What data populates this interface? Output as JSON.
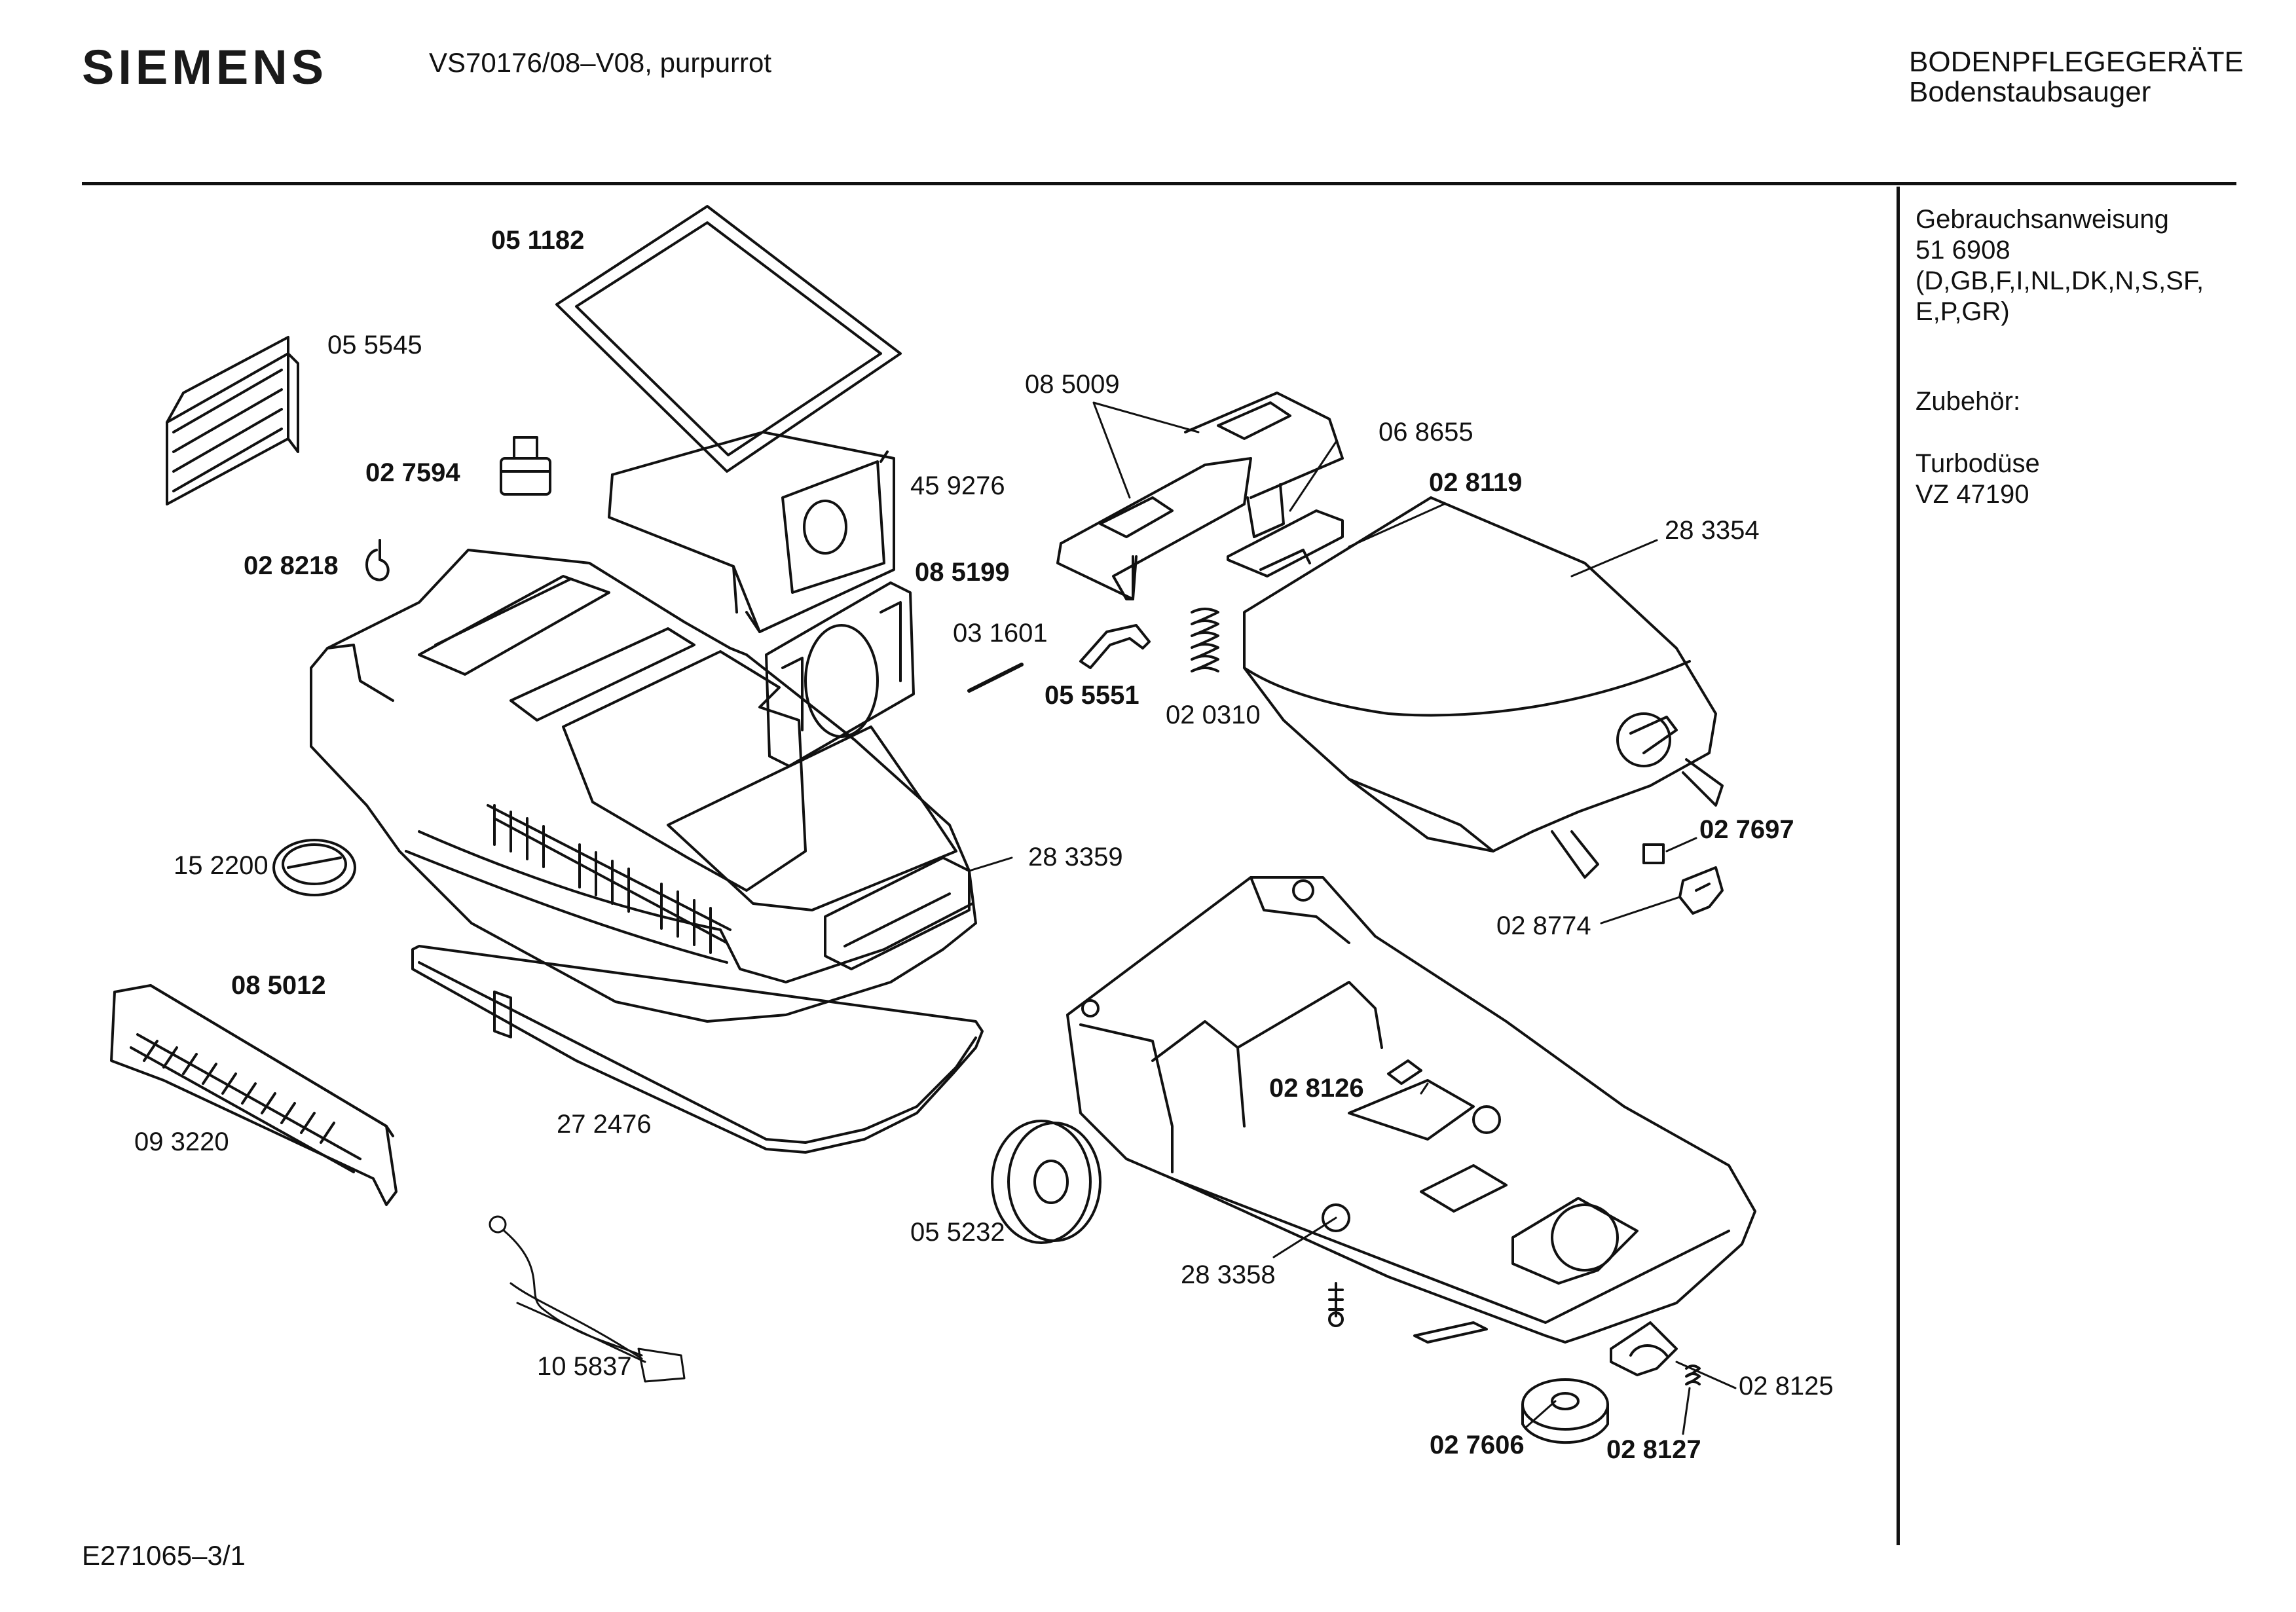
{
  "header": {
    "brand": "SIEMENS",
    "model": "VS70176/08–V08, purpurrot",
    "category": "BODENPFLEGEGERÄTE",
    "subcategory": "Bodenstaubsauger"
  },
  "sidebar": {
    "manual_label": "Gebrauchsanweisung",
    "manual_number": "51 6908",
    "manual_langs_1": "(D,GB,F,I,NL,DK,N,S,SF,",
    "manual_langs_2": "E,P,GR)",
    "accessories_label": "Zubehör:",
    "accessory_name": "Turbodüse",
    "accessory_number": "VZ 47190"
  },
  "parts": [
    {
      "id": "051182",
      "label": "05 1182",
      "bold": true
    },
    {
      "id": "055545",
      "label": "05 5545",
      "bold": false
    },
    {
      "id": "027594",
      "label": "02 7594",
      "bold": true
    },
    {
      "id": "028218",
      "label": "02 8218",
      "bold": true
    },
    {
      "id": "459276",
      "label": "45 9276",
      "bold": false
    },
    {
      "id": "085199",
      "label": "08 5199",
      "bold": true
    },
    {
      "id": "085009",
      "label": "08 5009",
      "bold": false
    },
    {
      "id": "068655",
      "label": "06 8655",
      "bold": false
    },
    {
      "id": "028119",
      "label": "02 8119",
      "bold": true
    },
    {
      "id": "283354",
      "label": "28 3354",
      "bold": false
    },
    {
      "id": "031601",
      "label": "03 1601",
      "bold": false
    },
    {
      "id": "055551",
      "label": "05 5551",
      "bold": true
    },
    {
      "id": "020310",
      "label": "02 0310",
      "bold": false
    },
    {
      "id": "152200",
      "label": "15 2200",
      "bold": false
    },
    {
      "id": "283359",
      "label": "28 3359",
      "bold": false
    },
    {
      "id": "027697",
      "label": "02 7697",
      "bold": true
    },
    {
      "id": "028774",
      "label": "02 8774",
      "bold": false
    },
    {
      "id": "085012",
      "label": "08 5012",
      "bold": true
    },
    {
      "id": "093220",
      "label": "09 3220",
      "bold": false
    },
    {
      "id": "272476",
      "label": "27 2476",
      "bold": false
    },
    {
      "id": "028126",
      "label": "02 8126",
      "bold": true
    },
    {
      "id": "055232",
      "label": "05 5232",
      "bold": false
    },
    {
      "id": "283358",
      "label": "28 3358",
      "bold": false
    },
    {
      "id": "105837",
      "label": "10 5837",
      "bold": false
    },
    {
      "id": "028125",
      "label": "02 8125",
      "bold": false
    },
    {
      "id": "027606",
      "label": "02 7606",
      "bold": true
    },
    {
      "id": "028127",
      "label": "02 8127",
      "bold": true
    }
  ],
  "footer": {
    "drawing_number": "E271065–3/1"
  }
}
